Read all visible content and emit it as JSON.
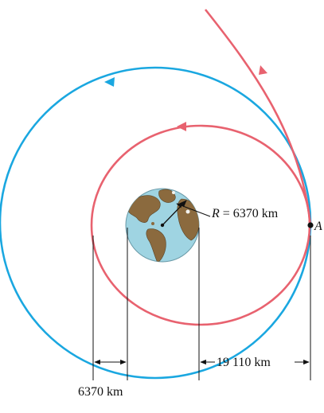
{
  "diagram": {
    "earth_radius_label": {
      "symbol": "R",
      "text": " = 6370 km"
    },
    "point_label": "A",
    "dim_left_label": "6370 km",
    "dim_right_label": "19 110 km",
    "colors": {
      "outer_orbit": "#1aa7e0",
      "inner_orbit": "#e8626f",
      "approach_path": "#e8626f",
      "ocean": "#9fd4e2",
      "land": "#8b6a3e",
      "lines": "#111111"
    }
  }
}
